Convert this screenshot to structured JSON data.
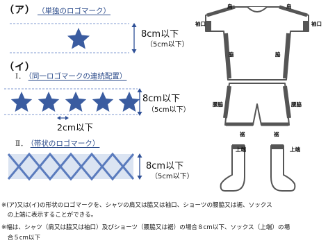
{
  "section_a": {
    "label": "（ア）",
    "title": "（単独のロゴマーク）",
    "size_main": "8cm以下",
    "size_note": "（5cm以下）"
  },
  "section_i": {
    "label": "（イ）",
    "sub1": {
      "num": "Ⅰ．",
      "title": "（同一ロゴマークの連続配置）",
      "size_main": "8cm以下",
      "size_note": "（5cm以下）",
      "spacing": "2cm以下"
    },
    "sub2": {
      "num": "Ⅱ．",
      "title": "（帯状のロゴマーク）",
      "size_main": "8cm以下",
      "size_note": "（5cm以下）"
    }
  },
  "garment_labels": {
    "shoulder_left": "肩",
    "shoulder_right": "肩",
    "cuff_left": "袖口",
    "cuff_right": "袖口",
    "side_left": "脇",
    "side_right": "脇",
    "waist_left": "腰脇",
    "waist_right": "腰脇",
    "hem_left": "裾",
    "hem_right": "裾",
    "sock_top_left": "上端",
    "sock_top_right": "上端"
  },
  "notes": {
    "line1": "※(ア)又は(イ)の形状のロゴマークを、シャツの肩又は脇又は袖口、ショーツの腰脇又は裾、ソックス",
    "line2": "　の上端に表示することができる。",
    "line3": "※幅は、シャツ（肩又は脇又は袖口）及びショーツ（腰脇又は裾）の場合８cm以下、ソックス（上端）の場",
    "line4": "　合５cm以下"
  },
  "colors": {
    "star": "#3a5ca0",
    "band": "#dbe4f2",
    "band_line": "#5a7bbd",
    "dim_line": "#2d4f96",
    "garment_fill": "#ffffff",
    "garment_stroke": "#555555",
    "garment_accent": "#555555"
  }
}
